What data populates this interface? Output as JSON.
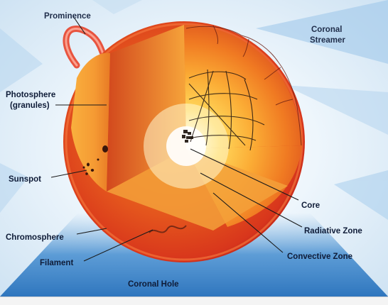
{
  "diagram": {
    "labels": {
      "prominence": "Prominence",
      "coronal_streamer_line1": "Coronal",
      "coronal_streamer_line2": "Streamer",
      "photosphere_line1": "Photosphere",
      "photosphere_line2": "(granules)",
      "sunspot": "Sunspot",
      "chromosphere": "Chromosphere",
      "filament": "Filament",
      "coronal_hole": "Coronal Hole",
      "core": "Core",
      "radiative_zone": "Radiative Zone",
      "convective_zone": "Convective Zone"
    }
  },
  "colors": {
    "sky": "#eaf3fa",
    "corona_blue": "#3f86c9",
    "sun_outer": "#d8361c",
    "sun_mid": "#ee6a1e",
    "sun_inner": "#fbb43a",
    "core": "#ffffff"
  }
}
